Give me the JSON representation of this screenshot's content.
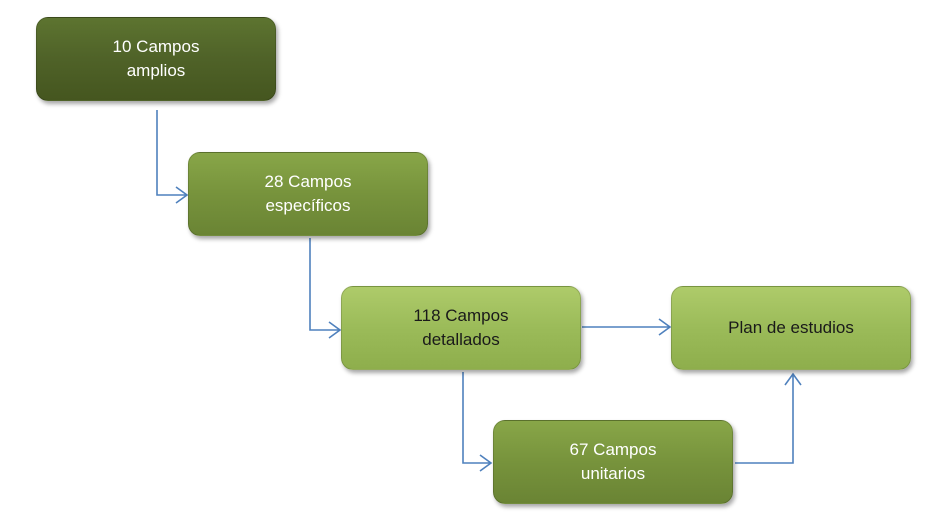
{
  "nodes": {
    "amplios": "10 Campos\namplios",
    "especificos": "28 Campos\nespecíficos",
    "detallados": "118 Campos\ndetallados",
    "plan": "Plan de estudios",
    "unitarios": "67 Campos\nunitarios"
  },
  "colors": {
    "arrow": "#4f81bd",
    "dark": "#4f6228",
    "mid": "#77933c",
    "light": "#9bbb59"
  }
}
